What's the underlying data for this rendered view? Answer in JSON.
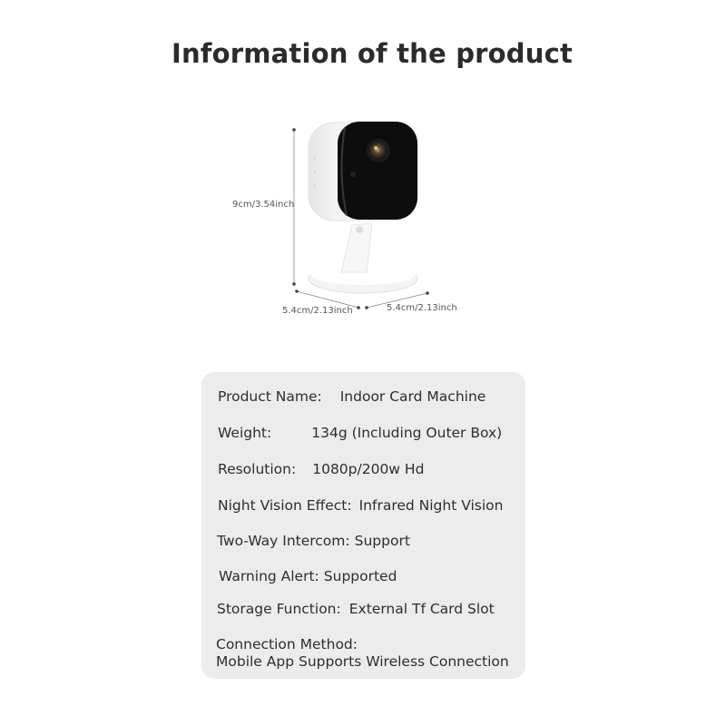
{
  "header": {
    "title": "Information of the product"
  },
  "figure": {
    "image": "security-camera-image",
    "dimensions": {
      "height": "9cm/3.54inch",
      "depth": "5.4cm/2.13inch",
      "width": "5.4cm/2.13inch"
    }
  },
  "specs": [
    {
      "label": "Product Name:",
      "value": "Indoor Card Machine"
    },
    {
      "label": "Weight:",
      "value": "134g (Including Outer Box)"
    },
    {
      "label": "Resolution:",
      "value": "1080p/200w Hd"
    },
    {
      "label": "Night Vision Effect:",
      "value": "Infrared Night Vision"
    },
    {
      "label": "Two-Way Intercom:",
      "value": "Support"
    },
    {
      "label": "Warning Alert:",
      "value": "Supported"
    },
    {
      "label": "Storage Function:",
      "value": "External Tf Card Slot"
    },
    {
      "label": "Connection Method:",
      "value": "Mobile App Supports Wireless Connection"
    }
  ],
  "colors": {
    "card_bg": "#ececec",
    "title": "#2b2b2b",
    "text": "#2e2e2e"
  }
}
